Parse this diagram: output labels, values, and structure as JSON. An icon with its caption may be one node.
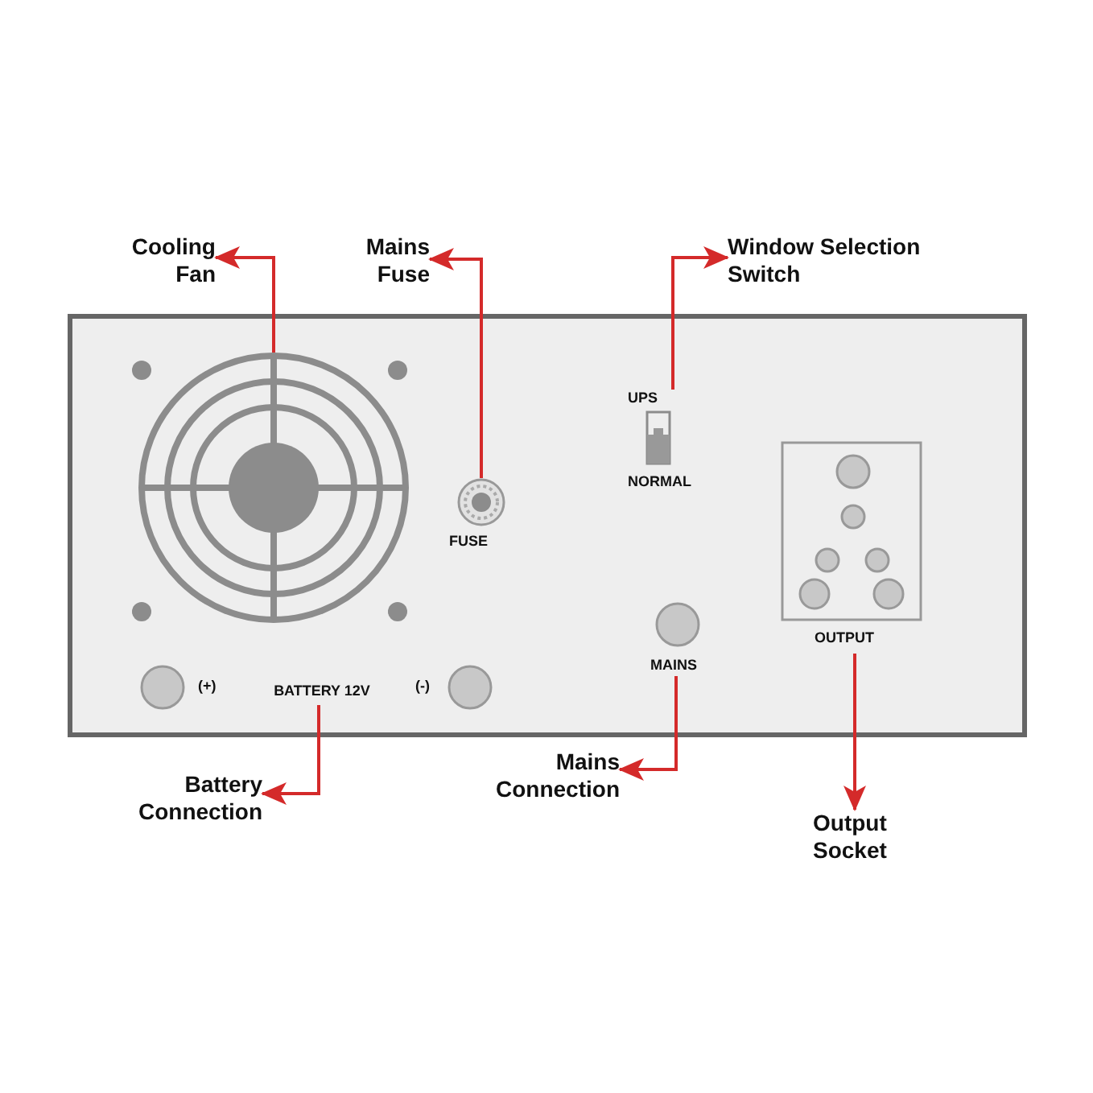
{
  "diagram": {
    "nodes": [
      {
        "text": [],
        "shape": "box"
      },
      {
        "text": [],
        "shape": "circle",
        "in": 0
      },
      {
        "text": [],
        "shape": "circle",
        "in": 0,
        "beside": [
          "FUSE"
        ]
      },
      {
        "text": [],
        "shape": "box",
        "in": 0,
        "beside": [
          "UPS",
          "NORMAL"
        ]
      },
      {
        "text": [],
        "shape": "box",
        "in": 0,
        "beside": [
          "OUTPUT"
        ]
      },
      {
        "text": [],
        "shape": "circle",
        "in": 0,
        "beside": [
          "MAINS"
        ]
      },
      {
        "text": [],
        "shape": "circle",
        "in": 0,
        "beside": [
          "(+)"
        ]
      },
      {
        "text": [
          "BATTERY 12V"
        ],
        "in": 0
      },
      {
        "text": [],
        "shape": "circle",
        "in": 0,
        "beside": [
          "(-)"
        ]
      },
      {
        "text": [
          "Cooling Fan"
        ]
      },
      {
        "text": [
          "Mains Fuse"
        ]
      },
      {
        "text": [
          "Window Selection Switch"
        ]
      },
      {
        "text": [
          "Battery Connection"
        ]
      },
      {
        "text": [
          "Mains Connection"
        ]
      },
      {
        "text": [
          "Output Socket"
        ]
      }
    ],
    "edges": [
      {
        "from": 1,
        "to": 9,
        "arrow": "to",
        "color": "#d42a2a"
      },
      {
        "from": 2,
        "to": 10,
        "arrow": "to",
        "color": "#d42a2a"
      },
      {
        "from": 3,
        "to": 11,
        "arrow": "to",
        "color": "#d42a2a"
      },
      {
        "from": 7,
        "to": 12,
        "arrow": "to",
        "color": "#d42a2a"
      },
      {
        "from": 5,
        "to": 13,
        "arrow": "to",
        "color": "#d42a2a"
      },
      {
        "from": 4,
        "to": 14,
        "arrow": "to",
        "color": "#d42a2a"
      }
    ]
  }
}
